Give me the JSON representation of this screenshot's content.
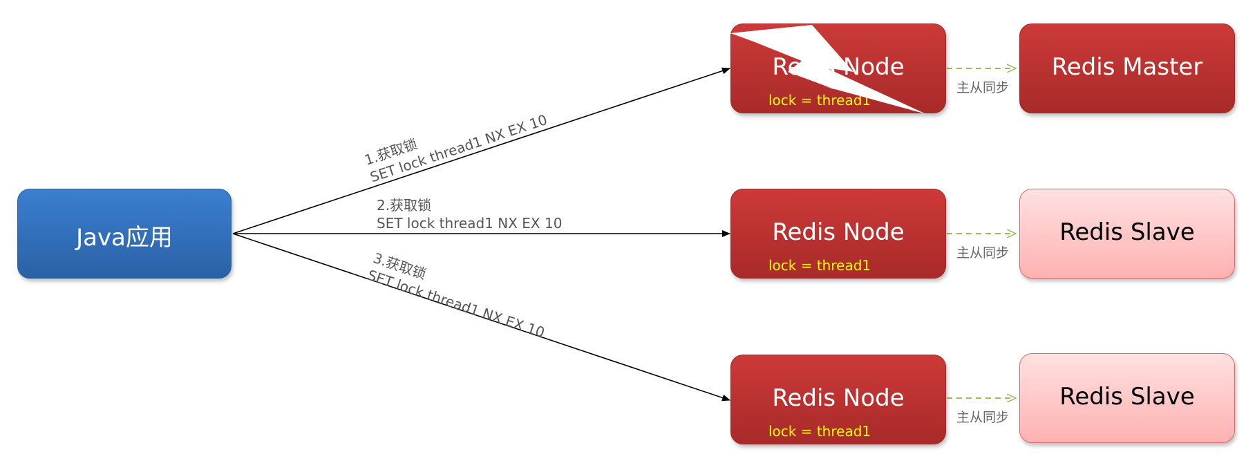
{
  "java_app": {
    "label": "Java应用"
  },
  "nodes": [
    {
      "label": "Redis Node",
      "lock": "lock = thread1",
      "failed": true
    },
    {
      "label": "Redis Node",
      "lock": "lock = thread1",
      "failed": false
    },
    {
      "label": "Redis Node",
      "lock": "lock = thread1",
      "failed": false
    }
  ],
  "replicas": [
    {
      "label": "Redis Master"
    },
    {
      "label": "Redis Slave"
    },
    {
      "label": "Redis Slave"
    }
  ],
  "sync_label": "主从同步",
  "requests": [
    {
      "step": "1.获取锁",
      "command": "SET lock thread1 NX EX 10"
    },
    {
      "step": "2.获取锁",
      "command": "SET lock thread1 NX EX 10"
    },
    {
      "step": "3.获取锁",
      "command": "SET lock thread1 NX EX 10"
    }
  ],
  "colors": {
    "java_box": "#2f6db8",
    "redis_node": "#b83232",
    "redis_slave": "#ffc4c4",
    "lock_text": "#ffff00",
    "sync_arrow": "#9bbb59"
  }
}
